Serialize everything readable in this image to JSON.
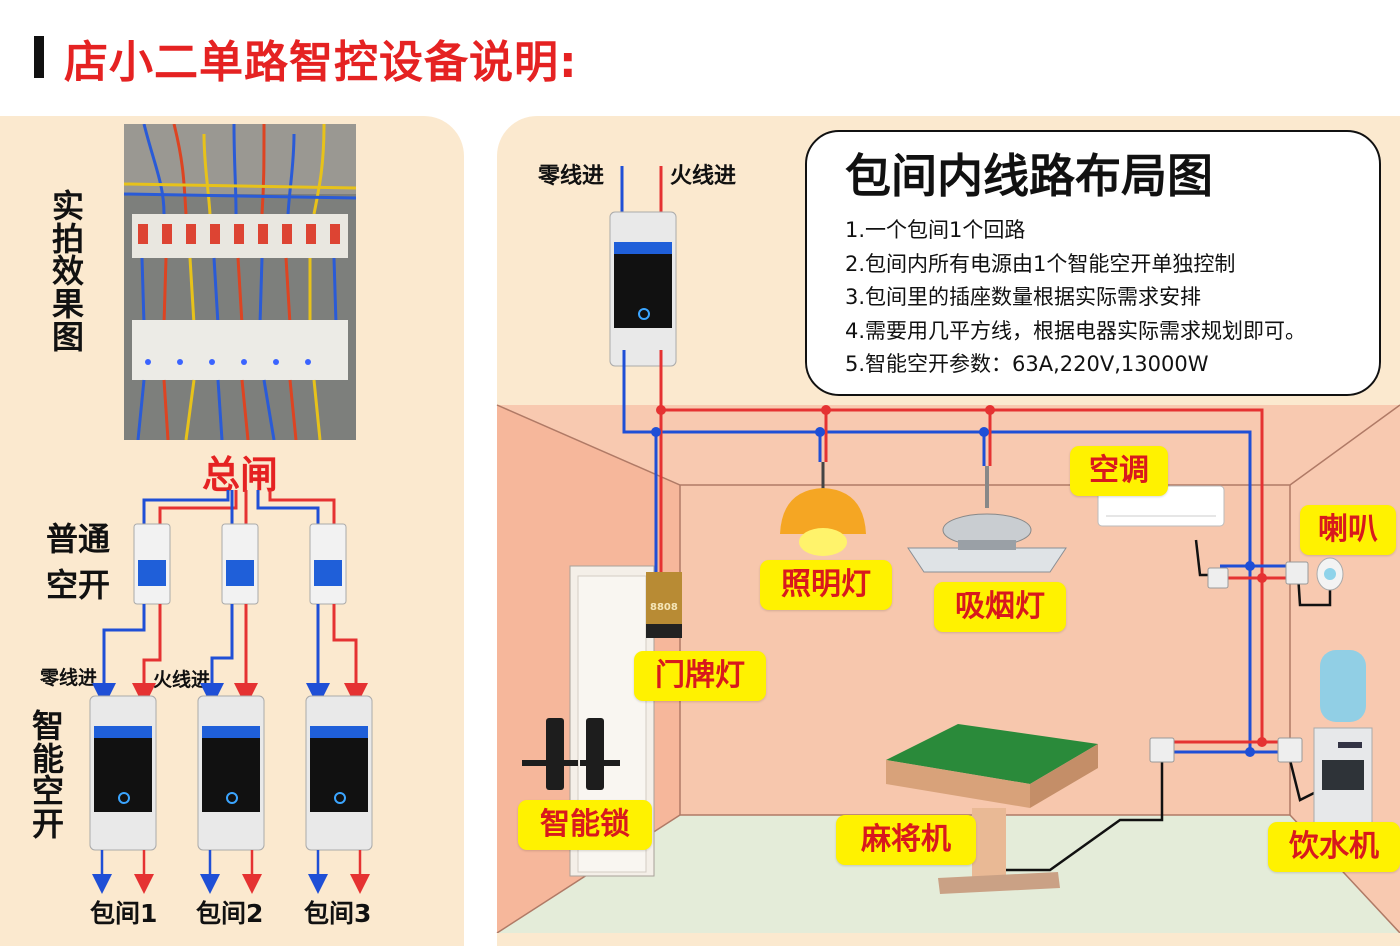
{
  "title": "店小二单路智控设备说明:",
  "left": {
    "photo_label": "实拍效果图",
    "main_switch_label": "总闸",
    "breaker_label_line1": "普通",
    "breaker_label_line2": "空开",
    "neutral_in": "零线进",
    "live_in": "火线进",
    "smart_switch_label": "智能空开",
    "rooms": [
      "包间1",
      "包间2",
      "包间3"
    ]
  },
  "right": {
    "neutral_in": "零线进",
    "live_in": "火线进",
    "info_title": "包间内线路布局图",
    "info_items": [
      "1.一个包间1个回路",
      "2.包间内所有电源由1个智能空开单独控制",
      "3.包间里的插座数量根据实际需求安排",
      "4.需要用几平方线，根据电器实际需求规划即可。",
      "5.智能空开参数：63A,220V,13000W"
    ],
    "labels": {
      "ac": "空调",
      "speaker": "喇叭",
      "light": "照明灯",
      "smoke_lamp": "吸烟灯",
      "door_lamp": "门牌灯",
      "smart_lock": "智能锁",
      "mahjong": "麻将机",
      "water": "饮水机"
    },
    "door_number": "8808"
  },
  "colors": {
    "title": "#e52222",
    "neutral": "#1f4fd6",
    "live": "#e53232",
    "panel": "#fbe9cf",
    "tag": "#fff200"
  }
}
